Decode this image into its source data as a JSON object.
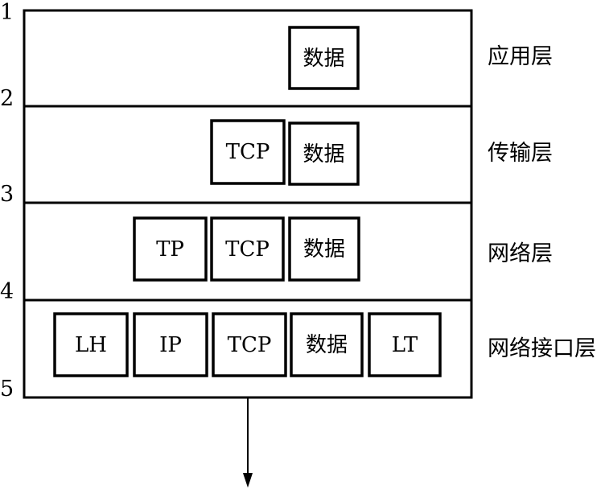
{
  "boundaries": [
    "1",
    "2",
    "3",
    "4",
    "5"
  ],
  "layers": [
    {
      "name": "应用层",
      "boxes": [
        "数据"
      ]
    },
    {
      "name": "传输层",
      "boxes": [
        "TCP",
        "数据"
      ]
    },
    {
      "name": "网络层",
      "boxes": [
        "TP",
        "TCP",
        "数据"
      ]
    },
    {
      "name": "网络接口层",
      "boxes": [
        "LH",
        "IP",
        "TCP",
        "数据",
        "LT"
      ]
    }
  ]
}
